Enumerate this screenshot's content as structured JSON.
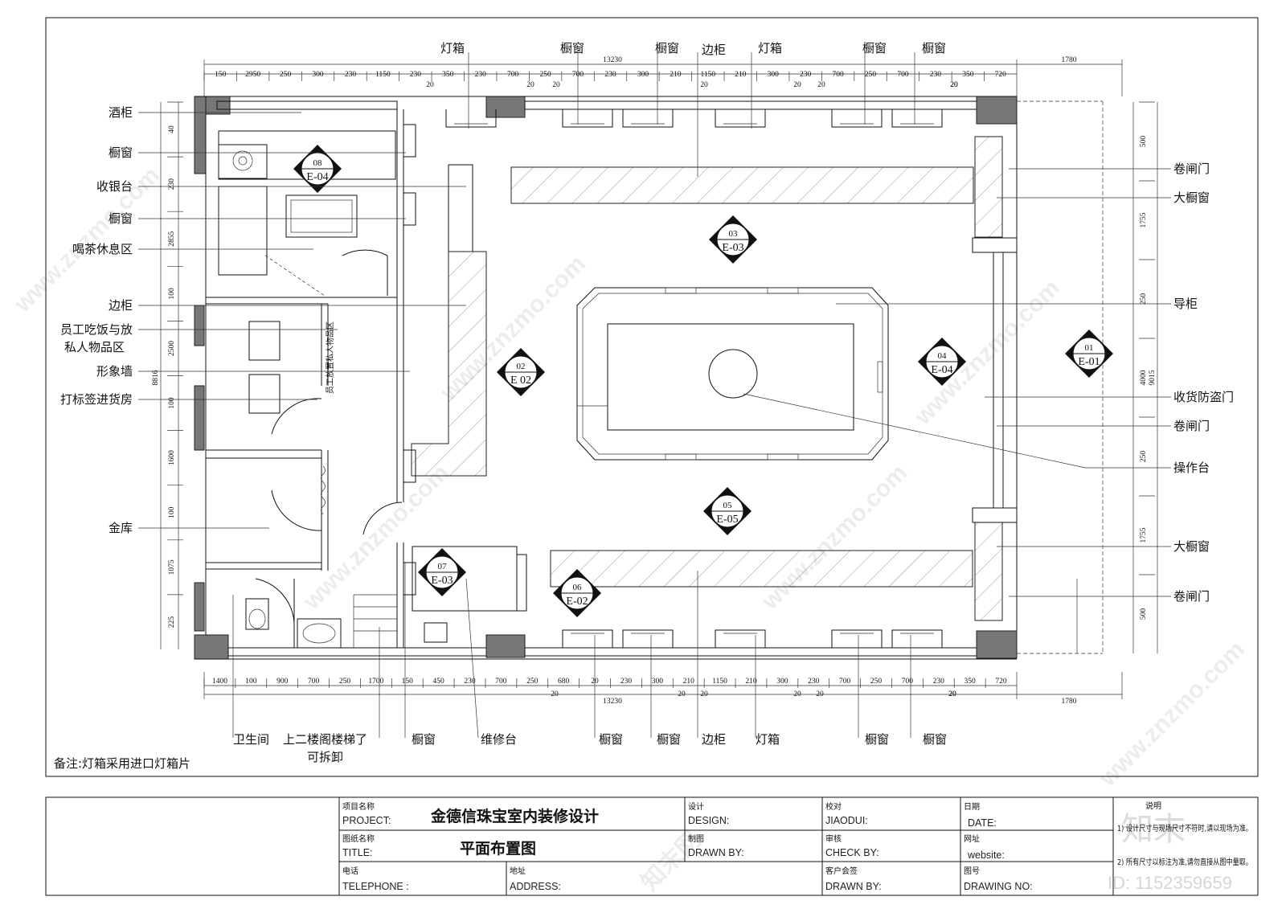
{
  "left_labels": [
    "酒柜",
    "橱窗",
    "收银台",
    "橱窗",
    "喝茶休息区",
    "边柜",
    "员工吃饭与放",
    "私人物品区",
    "形象墙",
    "打标签进货房",
    "金库"
  ],
  "right_labels": [
    "卷闸门",
    "大橱窗",
    "导柜",
    "收货防盗门",
    "卷闸门",
    "操作台",
    "大橱窗",
    "卷闸门"
  ],
  "top_labels": [
    "灯箱",
    "橱窗",
    "橱窗",
    "边柜",
    "灯箱",
    "橱窗",
    "橱窗"
  ],
  "bottom_labels": [
    "卫生间",
    "上二楼阁楼梯了",
    "可拆卸",
    "橱窗",
    "维修台",
    "橱窗",
    "橱窗",
    "边柜",
    "灯箱",
    "橱窗",
    "橱窗"
  ],
  "interior_labels": {
    "staff_area": "员工放置私人物品区"
  },
  "note": "备注:灯箱采用进口灯箱片",
  "markers": [
    {
      "num": "08",
      "ref": "E-04"
    },
    {
      "num": "03",
      "ref": "E-03"
    },
    {
      "num": "02",
      "ref": "E 02"
    },
    {
      "num": "04",
      "ref": "E-04"
    },
    {
      "num": "01",
      "ref": "E-01"
    },
    {
      "num": "05",
      "ref": "E-05"
    },
    {
      "num": "07",
      "ref": "E-03"
    },
    {
      "num": "06",
      "ref": "E-02"
    }
  ],
  "dims": {
    "top_total": "13230",
    "top_right": "1780",
    "top_row": [
      "150",
      "2950",
      "250",
      "300",
      "230",
      "1150",
      "230",
      "350",
      "230",
      "700",
      "250",
      "700",
      "230",
      "300",
      "210",
      "1150",
      "210",
      "300",
      "230",
      "700",
      "250",
      "700",
      "230",
      "350",
      "720"
    ],
    "top_twenties": [
      "20",
      "20",
      "20",
      "20",
      "20",
      "20",
      "20",
      "20"
    ],
    "bottom_row": [
      "1400",
      "100",
      "900",
      "700",
      "250",
      "1700",
      "150",
      "450",
      "230",
      "700",
      "250",
      "680",
      "20",
      "230",
      "300",
      "210",
      "1150",
      "210",
      "300",
      "230",
      "700",
      "250",
      "700",
      "230",
      "350",
      "720"
    ],
    "bottom_twenties": [
      "20",
      "20",
      "20",
      "20",
      "20",
      "20",
      "20"
    ],
    "bottom_total": "13230",
    "bottom_right": "1780",
    "left_col": [
      "40",
      "230",
      "2855",
      "100",
      "2500",
      "100",
      "1600",
      "100",
      "1075",
      "225"
    ],
    "left_total": "8816",
    "right_col": [
      "500",
      "1755",
      "250",
      "4000",
      "250",
      "1755",
      "500"
    ],
    "right_total": "9015"
  },
  "title_block": {
    "project_label_cn": "项目名称",
    "project_label_en": "PROJECT:",
    "project_value": "金德信珠宝室内装修设计",
    "title_label_cn": "图纸名称",
    "title_label_en": "TITLE:",
    "title_value": "平面布置图",
    "design_label_cn": "设计",
    "design_label_en": "DESIGN:",
    "drawn_label_cn": "制图",
    "drawn_label_en": "DRAWN BY:",
    "check1_label_cn": "校对",
    "check1_label_en": "JIAODUI:",
    "check2_label_cn": "审核",
    "check2_label_en": "CHECK BY:",
    "client_label_cn": "客户会签",
    "client_label_en": "DRAWN BY:",
    "date_label_cn": "日期",
    "date_label_en": "DATE:",
    "web_label_cn": "网址",
    "web_label_en": "website:",
    "dwgno_label_cn": "图号",
    "dwgno_label_en": "DRAWING NO:",
    "tel_label_cn": "电话",
    "tel_label_en": "TELEPHONE :",
    "addr_label_cn": "地址",
    "addr_label_en": "ADDRESS:",
    "notes_head": "说明",
    "note1": "1) 设计尺寸与现场尺寸不符时,请以现场为准。",
    "note2": "2) 所有尺寸以标注为准,请勿直接从图中量取。"
  },
  "watermark": {
    "logo": "知末",
    "id": "ID: 1152359659",
    "site": "www.znzmo.com",
    "brand": "知末网"
  }
}
